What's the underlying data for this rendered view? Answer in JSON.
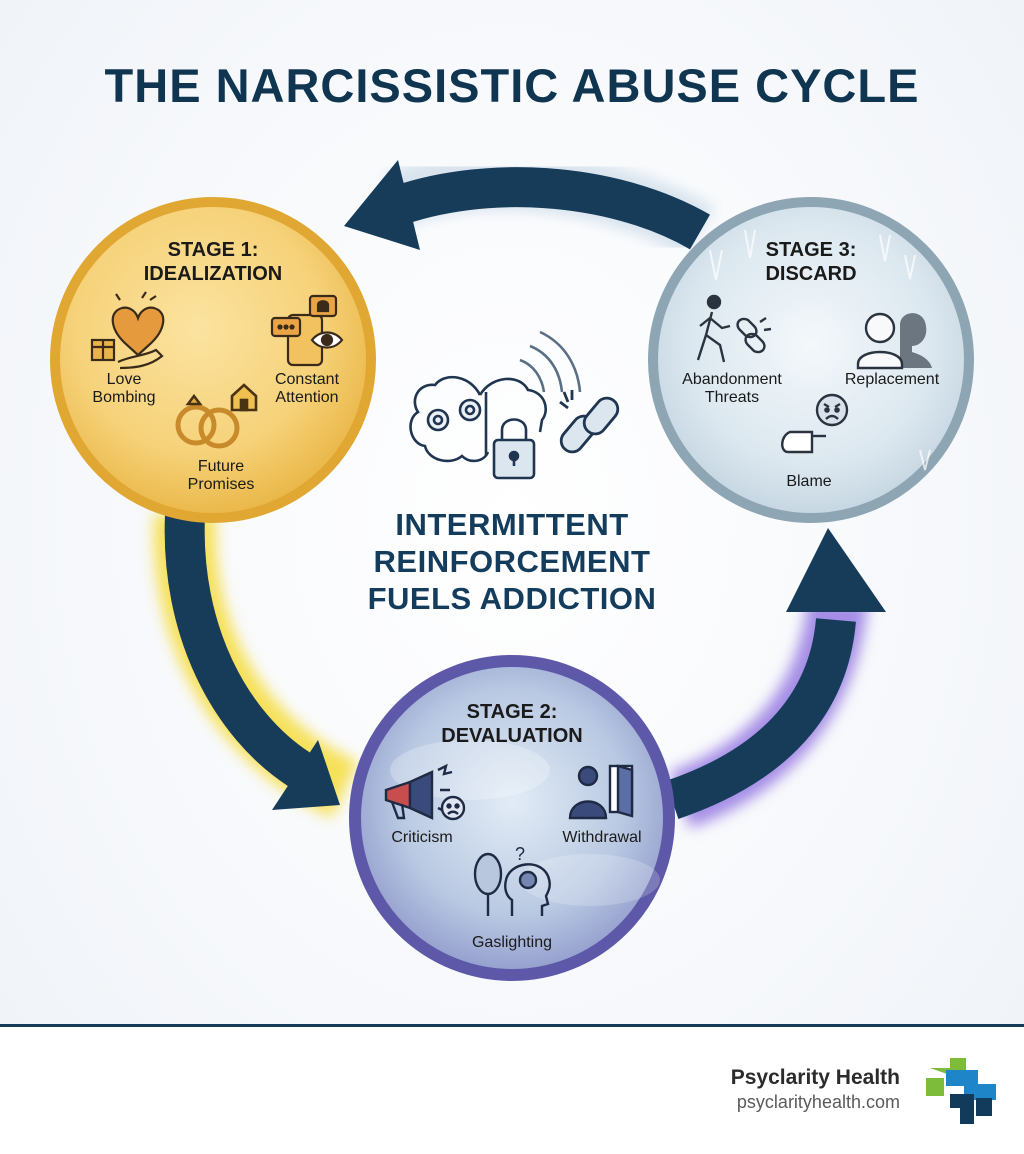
{
  "title": "THE NARCISSISTIC ABUSE CYCLE",
  "stages": {
    "idealization": {
      "heading_line1": "STAGE 1:",
      "heading_line2": "IDEALIZATION",
      "items": [
        {
          "line1": "Love",
          "line2": "Bombing"
        },
        {
          "line1": "Constant",
          "line2": "Attention"
        },
        {
          "line1": "Future",
          "line2": "Promises"
        }
      ]
    },
    "devaluation": {
      "heading_line1": "STAGE 2:",
      "heading_line2": "DEVALUATION",
      "items": [
        {
          "line1": "Criticism"
        },
        {
          "line1": "Withdrawal"
        },
        {
          "line1": "Gaslighting"
        }
      ]
    },
    "discard": {
      "heading_line1": "STAGE 3:",
      "heading_line2": "DISCARD",
      "items": [
        {
          "line1": "Abandonment",
          "line2": "Threats"
        },
        {
          "line1": "Replacement"
        },
        {
          "line1": "Blame"
        }
      ]
    }
  },
  "center": {
    "line1": "INTERMITTENT",
    "line2": "REINFORCEMENT",
    "line3": "FUELS ADDICTION"
  },
  "footer": {
    "brand": "Psyclarity Health",
    "url": "psyclarityhealth.com"
  },
  "icons": {
    "idealization": [
      "heart-gift-hand-icon",
      "phone-eye-bell-icon",
      "rings-house-icon"
    ],
    "devaluation": [
      "megaphone-angry-face-icon",
      "person-door-icon",
      "mirror-head-brain-icon"
    ],
    "discard": [
      "walking-person-broken-chain-icon",
      "person-silhouette-icon",
      "pointing-hand-angry-face-icon"
    ],
    "center": [
      "brain-gears-lock-icon",
      "broken-chain-icon"
    ]
  },
  "colors": {
    "title": "#0f3551",
    "arrow": "#163c5a",
    "idealization": "#f0c04a",
    "devaluation": "#8a96c8",
    "discard": "#cfdde6"
  }
}
